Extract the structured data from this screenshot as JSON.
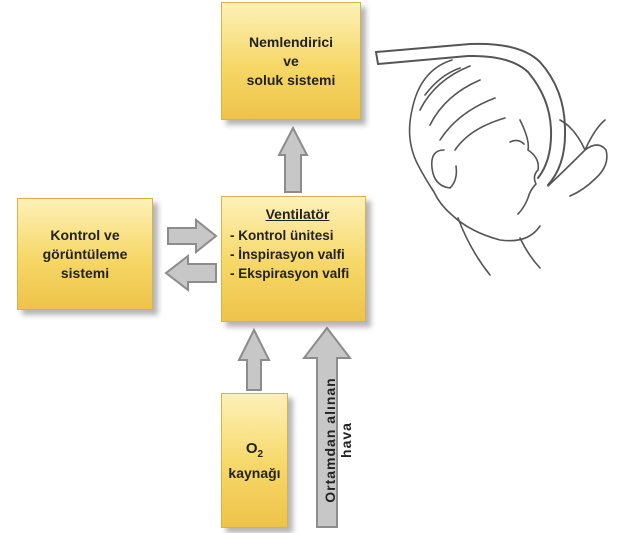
{
  "diagram": {
    "humidifier_box": {
      "lines": [
        "Nemlendirici",
        "ve",
        "soluk sistemi"
      ]
    },
    "control_box": {
      "lines": [
        "Kontrol ve",
        "görüntüleme",
        "sistemi"
      ]
    },
    "ventilator_box": {
      "title": "Ventilatör",
      "items": [
        "- Kontrol ünitesi",
        "- İnspirasyon valfi",
        "- Ekspirasyon valfi"
      ]
    },
    "o2_box": {
      "symbol": "O",
      "subscript": "2",
      "label": "kaynağı"
    },
    "ambient_air": {
      "lines": [
        "Ortamdan alınan",
        "hava"
      ]
    }
  },
  "colors": {
    "box_fill": "#f6d766",
    "box_border": "#d9b24a",
    "arrow_fill": "#c7c7c7",
    "arrow_stroke": "#8c8c8c"
  }
}
